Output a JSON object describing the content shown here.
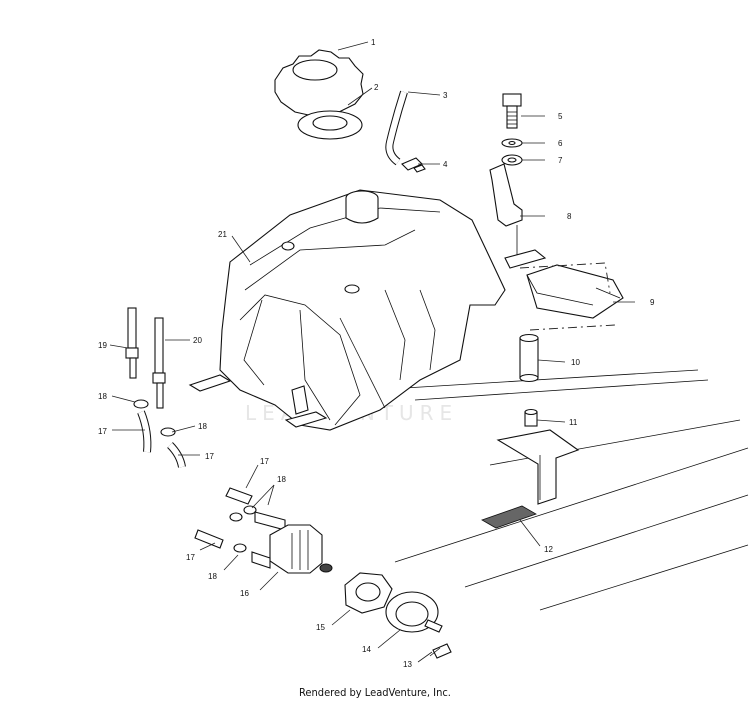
{
  "callouts": {
    "c1": "1",
    "c2": "2",
    "c3": "3",
    "c4": "4",
    "c5": "5",
    "c6": "6",
    "c7": "7",
    "c8": "8",
    "c9": "9",
    "c10": "10",
    "c11": "11",
    "c12": "12",
    "c13": "13",
    "c14": "14",
    "c15": "15",
    "c16": "16",
    "c17a": "17",
    "c17b": "17",
    "c17c": "17",
    "c17d": "17",
    "c18a": "18",
    "c18b": "18",
    "c18c": "18",
    "c18d": "18",
    "c19": "19",
    "c20": "20",
    "c21": "21"
  },
  "watermark": "LEADVENTURE",
  "footer": "Rendered by LeadVenture, Inc."
}
